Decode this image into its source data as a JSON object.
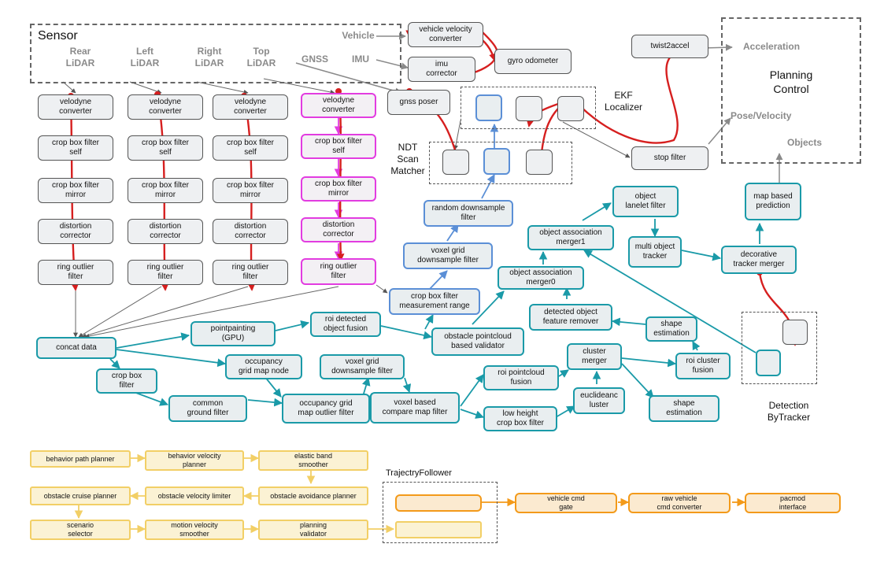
{
  "groups": {
    "sensor": "Sensor",
    "planning": "Planning\nControl",
    "ekf": "EKF\nLocalizer",
    "ndt": "NDT\nScan\nMatcher",
    "detection": "Detection\nByTracker",
    "trajectory": "TrajectryFollower"
  },
  "sensor_labels": {
    "rear_lidar": "Rear\nLiDAR",
    "left_lidar": "Left\nLiDAR",
    "right_lidar": "Right\nLiDAR",
    "top_lidar": "Top\nLiDAR",
    "gnss": "GNSS",
    "imu": "IMU",
    "vehicle": "Vehicle"
  },
  "outputs": {
    "acceleration": "Acceleration",
    "pose_velocity": "Pose/Velocity",
    "objects": "Objects"
  },
  "lidar_chain": {
    "velodyne": "velodyne\nconverter",
    "crop_self": "crop box filter\nself",
    "crop_mirror": "crop box filter\nmirror",
    "distortion": "distortion\ncorrector",
    "ring": "ring outlier\nfilter"
  },
  "localization": {
    "vehicle_velocity": "vehicle velocity\nconverter",
    "imu_corrector": "imu\ncorrector",
    "gyro_odometer": "gyro odometer",
    "gnss_poser": "gnss poser",
    "twist2accel": "twist2accel",
    "stop_filter": "stop filter"
  },
  "downsample": {
    "random": "random downsample\nfilter",
    "voxel": "voxel grid\ndownsample filter",
    "crop_measure": "crop box filter\nmeasurement range"
  },
  "perception": {
    "concat": "concat data",
    "pointpainting": "pointpainting\n(GPU)",
    "roi_fusion": "roi detected\nobject fusion",
    "obstacle_validator": "obstacle pointcloud\nbased validator",
    "crop_box": "crop box\nfilter",
    "occupancy_node": "occupancy\ngrid map node",
    "common_ground": "common\nground filter",
    "occupancy_outlier": "occupancy grid\nmap outlier filter",
    "voxel_downsample": "voxel grid\ndownsample filter",
    "voxel_compare": "voxel based\ncompare map filter",
    "roi_pc_fusion": "roi pointcloud\nfusion",
    "low_height": "low height\ncrop box filter",
    "cluster_merger": "cluster\nmerger",
    "euclidean": "euclideanc\nluster",
    "shape_est1": "shape\nestimation",
    "roi_cluster": "roi cluster\nfusion",
    "shape_est2": "shape\nestimation",
    "feature_remover": "detected object\nfeature remover",
    "merger0": "object association\nmerger0",
    "merger1": "object association\nmerger1",
    "lanelet": "object\nlanelet filter",
    "multi_tracker": "multi object\ntracker",
    "decorative": "decorative\ntracker merger",
    "prediction": "map based\nprediction"
  },
  "planning_nodes": {
    "behavior_path": "behavior path planner",
    "behavior_velocity": "behavior velocity\nplanner",
    "elastic_band": "elastic band\nsmoother",
    "obstacle_cruise": "obstacle cruise planner",
    "obstacle_velocity": "obstacle  velocity limiter",
    "obstacle_avoidance": "obstacle avoidance  planner",
    "scenario": "scenario\nselector",
    "motion_velocity": "motion velocity\nsmoother",
    "planning_validator": "planning\nvalidator",
    "vehicle_cmd": "vehicle cmd\ngate",
    "raw_vehicle": "raw vehicle\ncmd converter",
    "pacmod": "pacmod\ninterface"
  },
  "colors": {
    "teal": "#1a9aa8",
    "blue": "#5b8fd6",
    "magenta": "#e23ce0",
    "yellow": "#f2cf66",
    "orange": "#f39a1a",
    "critical_path": "#d61f1f",
    "gray_arrow": "#8a8a8a"
  }
}
